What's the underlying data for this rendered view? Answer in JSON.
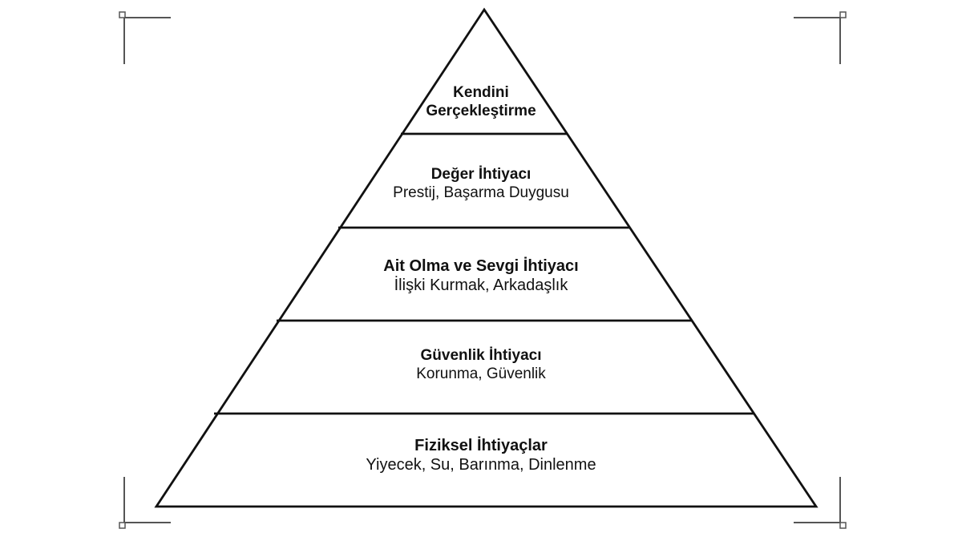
{
  "diagram": {
    "type": "pyramid",
    "levels": [
      {
        "title": "Kendini",
        "title2": "Gerçekleştirme",
        "subtitle": ""
      },
      {
        "title": "Değer İhtiyacı",
        "subtitle": "Prestij, Başarma Duygusu"
      },
      {
        "title": "Ait Olma ve Sevgi İhtiyacı",
        "subtitle": "İlişki Kurmak, Arkadaşlık"
      },
      {
        "title": "Güvenlik İhtiyacı",
        "subtitle": "Korunma, Güvenlik"
      },
      {
        "title": "Fiziksel İhtiyaçlar",
        "subtitle": "Yiyecek, Su, Barınma, Dinlenme"
      }
    ],
    "colors": {
      "line": "#111111",
      "text": "#111111",
      "crop_marks": "#555555",
      "background": "#ffffff"
    }
  }
}
